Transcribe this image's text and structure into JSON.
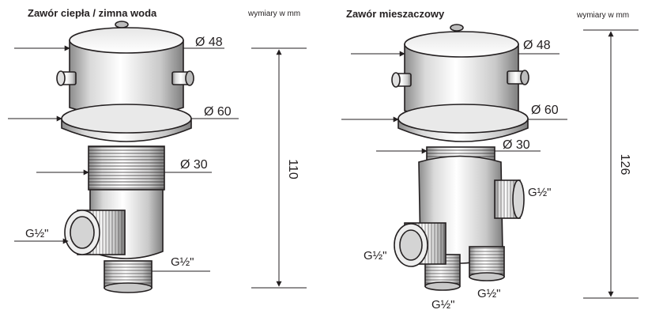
{
  "left": {
    "title": "Zawór ciepła / zimna woda",
    "units": "wymiary w mm",
    "dims": {
      "top": "Ø 48",
      "flange": "Ø 60",
      "thread": "Ø 30",
      "height": "110"
    },
    "ports": {
      "side": "G½\"",
      "bottom": "G½\""
    }
  },
  "right": {
    "title": "Zawór mieszaczowy",
    "units": "wymiary w mm",
    "dims": {
      "top": "Ø 48",
      "flange": "Ø 60",
      "thread": "Ø 30",
      "height": "126"
    },
    "ports": {
      "right": "G½\"",
      "left": "G½\"",
      "bottom_left": "G½\"",
      "bottom_right": "G½\""
    }
  },
  "colors": {
    "line": "#231f20",
    "metal_light": "#f4f4f4",
    "metal_mid": "#cfcfcf",
    "metal_dark": "#8c8c8c"
  }
}
